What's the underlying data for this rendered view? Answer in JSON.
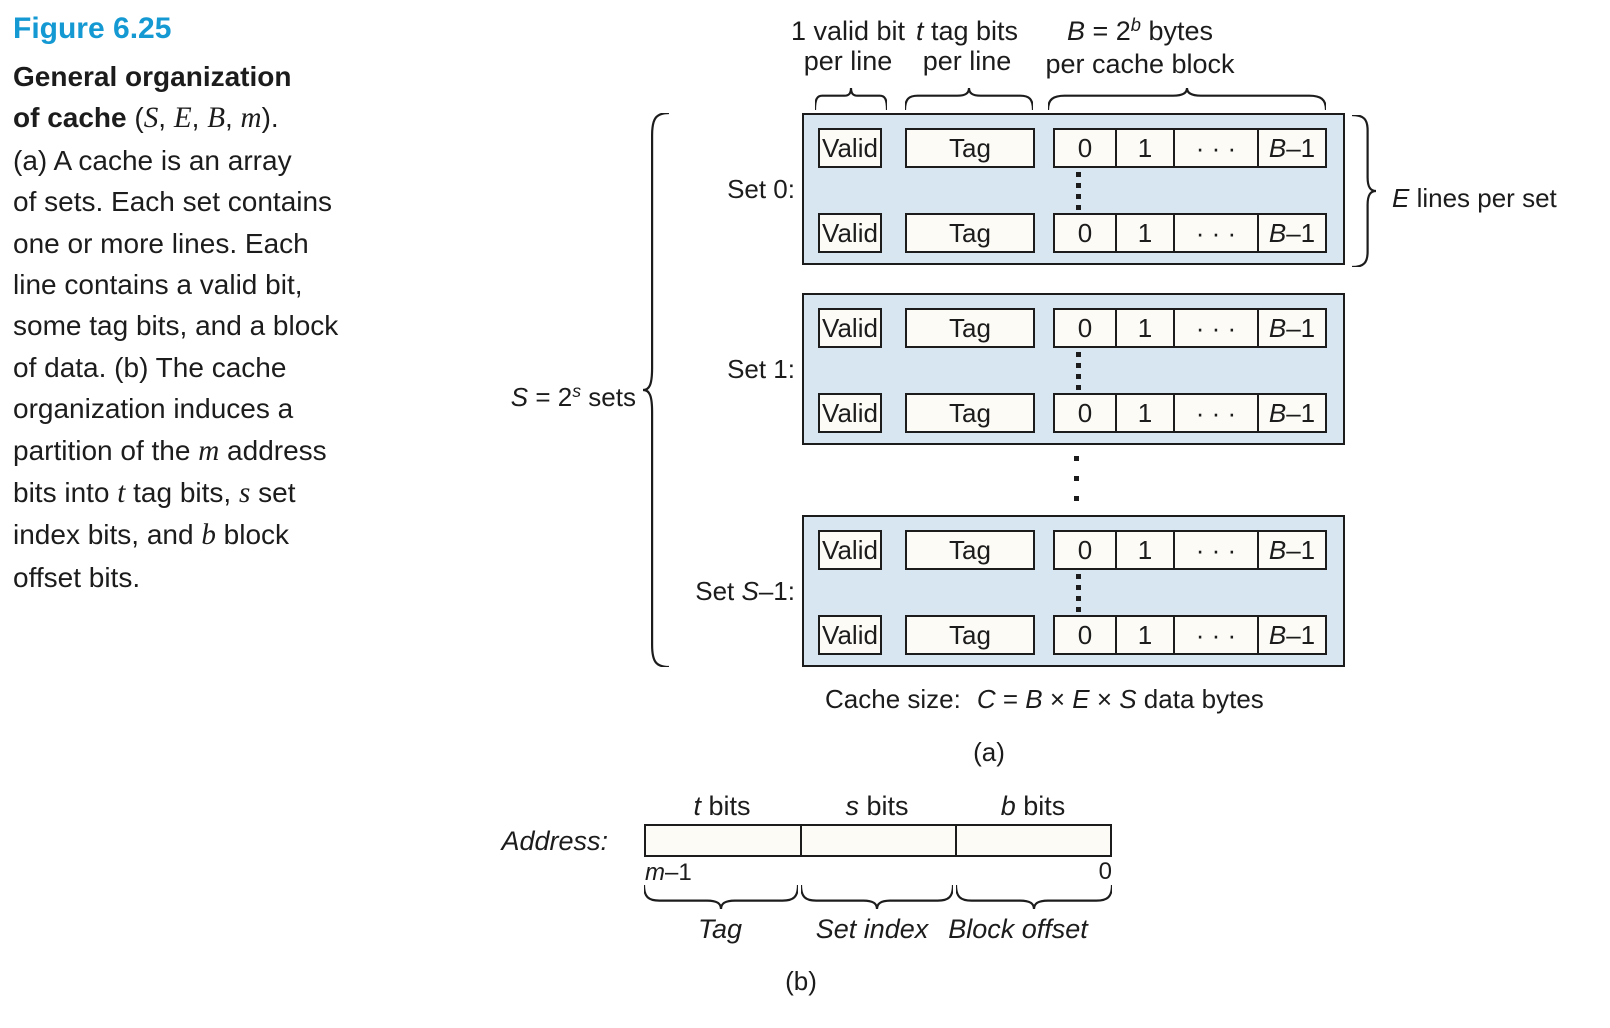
{
  "colors": {
    "accent_blue": "#1499d3",
    "set_fill": "#d7e6f0",
    "box_fill": "#fcfbf6",
    "line": "#1c1c1c"
  },
  "caption": {
    "title": "Figure 6.25",
    "lines": [
      [
        [
          "General organization",
          "b"
        ]
      ],
      [
        [
          "of cache ",
          "b"
        ],
        [
          "(",
          ""
        ],
        [
          "S",
          "si"
        ],
        [
          ", ",
          ""
        ],
        [
          "E",
          "si"
        ],
        [
          ", ",
          ""
        ],
        [
          "B",
          "si"
        ],
        [
          ", ",
          ""
        ],
        [
          "m",
          "si"
        ],
        [
          ").",
          ""
        ]
      ],
      [
        [
          "(a) A cache is an array",
          ""
        ]
      ],
      [
        [
          "of sets. Each set contains",
          ""
        ]
      ],
      [
        [
          "one or more lines. Each",
          ""
        ]
      ],
      [
        [
          "line contains a valid bit,",
          ""
        ]
      ],
      [
        [
          "some tag bits, and a block",
          ""
        ]
      ],
      [
        [
          "of data. (b) The cache",
          ""
        ]
      ],
      [
        [
          "organization induces a",
          ""
        ]
      ],
      [
        [
          "partition of the ",
          ""
        ],
        [
          "m",
          "si"
        ],
        [
          " address",
          ""
        ]
      ],
      [
        [
          "bits into ",
          ""
        ],
        [
          "t",
          "si"
        ],
        [
          " tag bits, ",
          ""
        ],
        [
          "s",
          "si"
        ],
        [
          " set",
          ""
        ]
      ],
      [
        [
          "index bits, and ",
          ""
        ],
        [
          "b",
          "si"
        ],
        [
          " block",
          ""
        ]
      ],
      [
        [
          "offset bits.",
          ""
        ]
      ]
    ]
  },
  "part_a": {
    "top_labels": [
      {
        "l1": [
          [
            "1 valid bit",
            ""
          ]
        ],
        "l2": [
          [
            "per line",
            ""
          ]
        ]
      },
      {
        "l1": [
          [
            "t",
            "i"
          ],
          [
            " tag bits",
            ""
          ]
        ],
        "l2": [
          [
            "per line",
            ""
          ]
        ]
      },
      {
        "l1": [
          [
            "B",
            "i"
          ],
          [
            " = 2",
            ""
          ],
          [
            "b",
            "sup"
          ],
          [
            " bytes",
            ""
          ]
        ],
        "l2": [
          [
            "per cache block",
            ""
          ]
        ]
      }
    ],
    "sets": [
      {
        "label": [
          [
            "Set 0:",
            ""
          ]
        ]
      },
      {
        "label": [
          [
            "Set 1:",
            ""
          ]
        ]
      },
      {
        "label": [
          [
            "Set ",
            ""
          ],
          [
            "S",
            "i"
          ],
          [
            "–1:",
            ""
          ]
        ]
      }
    ],
    "row": {
      "valid": "Valid",
      "tag": "Tag",
      "cells": [
        [
          [
            "0",
            ""
          ]
        ],
        [
          [
            "1",
            ""
          ]
        ],
        [
          [
            "· · ·",
            ""
          ]
        ],
        [
          [
            "B",
            "i"
          ],
          [
            "–1",
            ""
          ]
        ]
      ]
    },
    "s_label": [
      [
        "S",
        "i"
      ],
      [
        " = 2",
        ""
      ],
      [
        "s",
        "sup"
      ],
      [
        " sets",
        ""
      ]
    ],
    "e_label": [
      [
        "E",
        "i"
      ],
      [
        " lines per set",
        ""
      ]
    ],
    "cache_size": {
      "label": "Cache size:",
      "formula": [
        [
          "C",
          "i"
        ],
        [
          " = ",
          ""
        ],
        [
          "B",
          "i"
        ],
        [
          " × ",
          ""
        ],
        [
          "E",
          "i"
        ],
        [
          " × ",
          ""
        ],
        [
          "S",
          "i"
        ],
        [
          " data bytes",
          ""
        ]
      ]
    },
    "tag": "(a)"
  },
  "part_b": {
    "bit_labels": [
      [
        [
          "t",
          "i"
        ],
        [
          " bits",
          ""
        ]
      ],
      [
        [
          "s",
          "i"
        ],
        [
          " bits",
          ""
        ]
      ],
      [
        [
          "b",
          "i"
        ],
        [
          " bits",
          ""
        ]
      ]
    ],
    "address_label": [
      [
        "Address:",
        "i"
      ]
    ],
    "msb": [
      [
        "m",
        "i"
      ],
      [
        "–1",
        ""
      ]
    ],
    "lsb": "0",
    "field_labels": [
      [
        [
          "Tag",
          "i"
        ]
      ],
      [
        [
          "Set index",
          "i"
        ]
      ],
      [
        [
          "Block offset",
          "i"
        ]
      ]
    ],
    "tag": "(b)"
  }
}
